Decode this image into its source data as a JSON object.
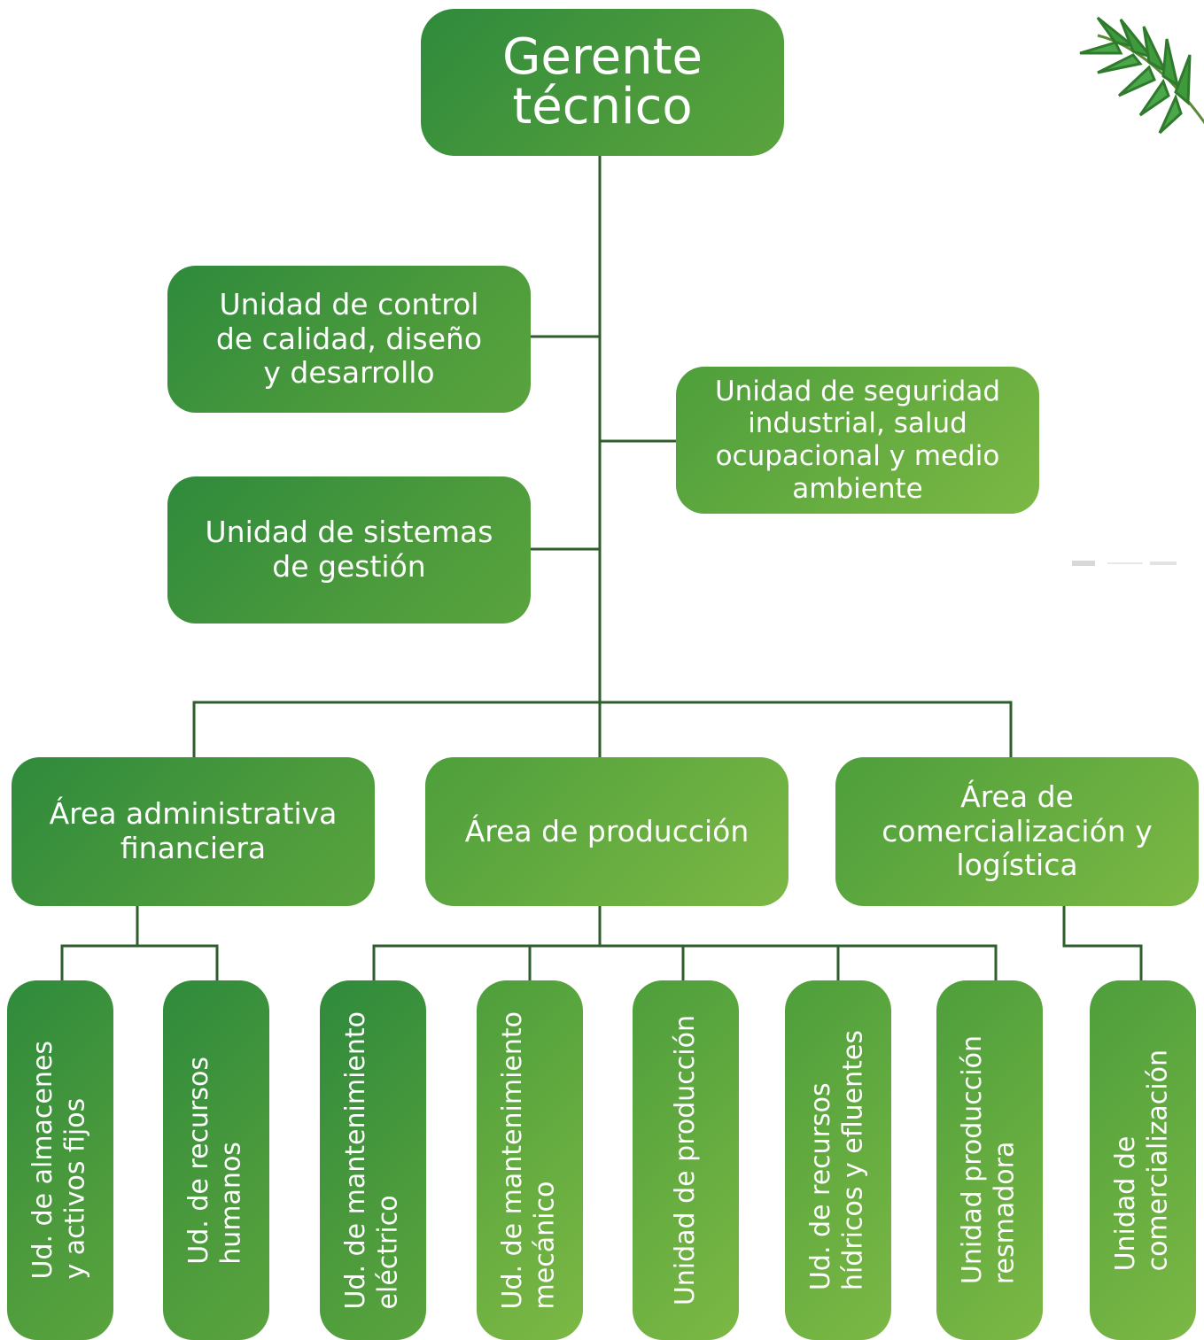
{
  "chart": {
    "top": "Gerente\ntécnico",
    "staff": [
      {
        "label": "Unidad de control\nde calidad, diseño\ny desarrollo"
      },
      {
        "label": "Unidad de seguridad\nindustrial, salud\nocupacional y medio\nambiente"
      },
      {
        "label": "Unidad de sistemas\nde gestión"
      }
    ],
    "areas": [
      {
        "label": "Área administrativa\nfinanciera"
      },
      {
        "label": "Área de producción"
      },
      {
        "label": "Área de\ncomercialización y\nlogística"
      }
    ],
    "units": [
      {
        "label": "Ud. de almacenes\ny activos fijos"
      },
      {
        "label": "Ud. de recursos\nhumanos"
      },
      {
        "label": "Ud. de mantenimiento\neléctrico"
      },
      {
        "label": "Ud. de mantenimiento\nmecánico"
      },
      {
        "label": "Unidad de producción"
      },
      {
        "label": "Ud. de recursos\nhídricos y efluentes"
      },
      {
        "label": "Unidad producción\nresmadora"
      },
      {
        "label": "Unidad de\ncomercialización"
      }
    ]
  },
  "colors": {
    "connector": "#2f5e2c",
    "dark_green": "#2e8a3c",
    "light_green": "#7cb845"
  },
  "decor": {
    "corner_icon": "palm-leaf-icon"
  }
}
